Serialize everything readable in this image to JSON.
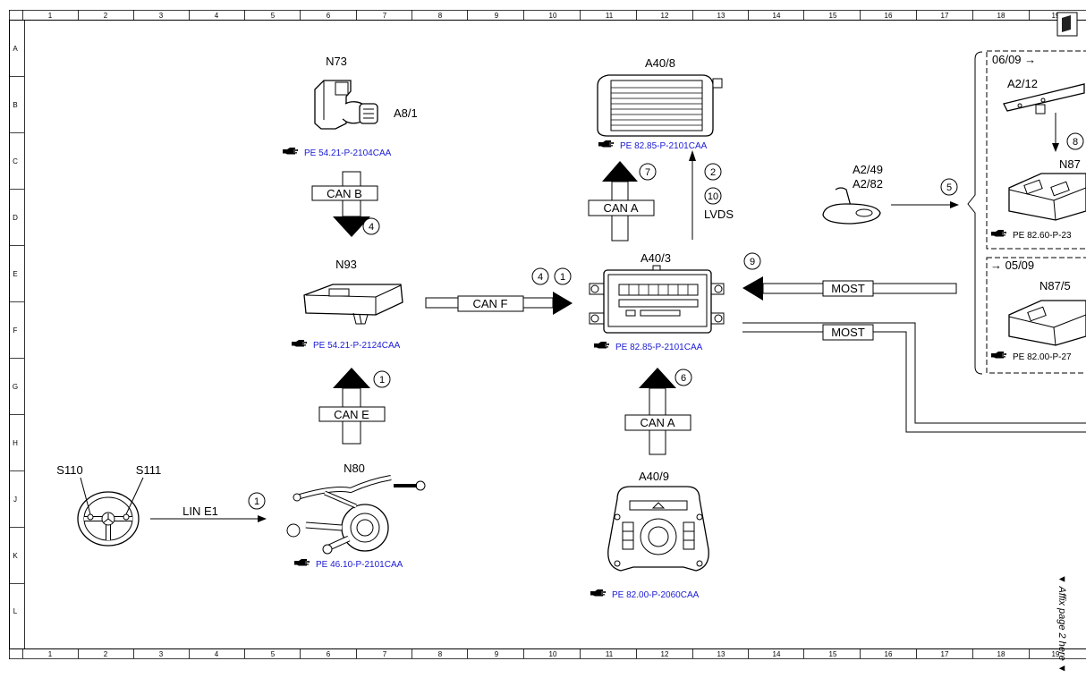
{
  "grid": {
    "columns": [
      "1",
      "2",
      "3",
      "4",
      "5",
      "6",
      "7",
      "8",
      "9",
      "10",
      "11",
      "12",
      "13",
      "14",
      "15",
      "16",
      "17",
      "18",
      "19"
    ],
    "rows": [
      "A",
      "B",
      "C",
      "D",
      "E",
      "F",
      "G",
      "H",
      "J",
      "K",
      "L"
    ]
  },
  "components": {
    "n73": {
      "code": "N73",
      "sub": "A8/1",
      "ref": "PE 54.21-P-2104CAA"
    },
    "n93": {
      "code": "N93",
      "ref": "PE 54.21-P-2124CAA"
    },
    "n80": {
      "code": "N80",
      "ref": "PE 46.10-P-2101CAA"
    },
    "s110": {
      "code": "S110"
    },
    "s111": {
      "code": "S111"
    },
    "a40_8": {
      "code": "A40/8",
      "ref": "PE 82.85-P-2101CAA"
    },
    "a40_3": {
      "code": "A40/3",
      "ref": "PE 82.85-P-2101CAA"
    },
    "a40_9": {
      "code": "A40/9",
      "ref": "PE 82.00-P-2060CAA"
    },
    "a2_49": {
      "code": "A2/49",
      "code2": "A2/82"
    },
    "a2_12": {
      "code": "A2/12"
    },
    "n87": {
      "code": "N87",
      "ref": "PE 82.60-P-23"
    },
    "n87_5": {
      "code": "N87/5",
      "ref": "PE 82.00-P-27"
    }
  },
  "buses": {
    "can_b": "CAN B",
    "can_e": "CAN E",
    "can_f": "CAN F",
    "can_a_top": "CAN A",
    "can_a_bottom": "CAN A",
    "lin_e1": "LIN E1",
    "lvds": "LVDS",
    "most_in": "MOST",
    "most_out": "MOST"
  },
  "markers": {
    "c4_n73": "4",
    "c1_n80": "1",
    "c1_lin": "1",
    "c4_canf": "4",
    "c1_canf": "1",
    "c7": "7",
    "c2": "2",
    "c10": "10",
    "c6": "6",
    "c9": "9",
    "c5": "5",
    "c8": "8"
  },
  "variants": {
    "from": "06/09 →",
    "until": "→ 05/09"
  },
  "affix_note": "▼ Affix page 2 here ▼"
}
